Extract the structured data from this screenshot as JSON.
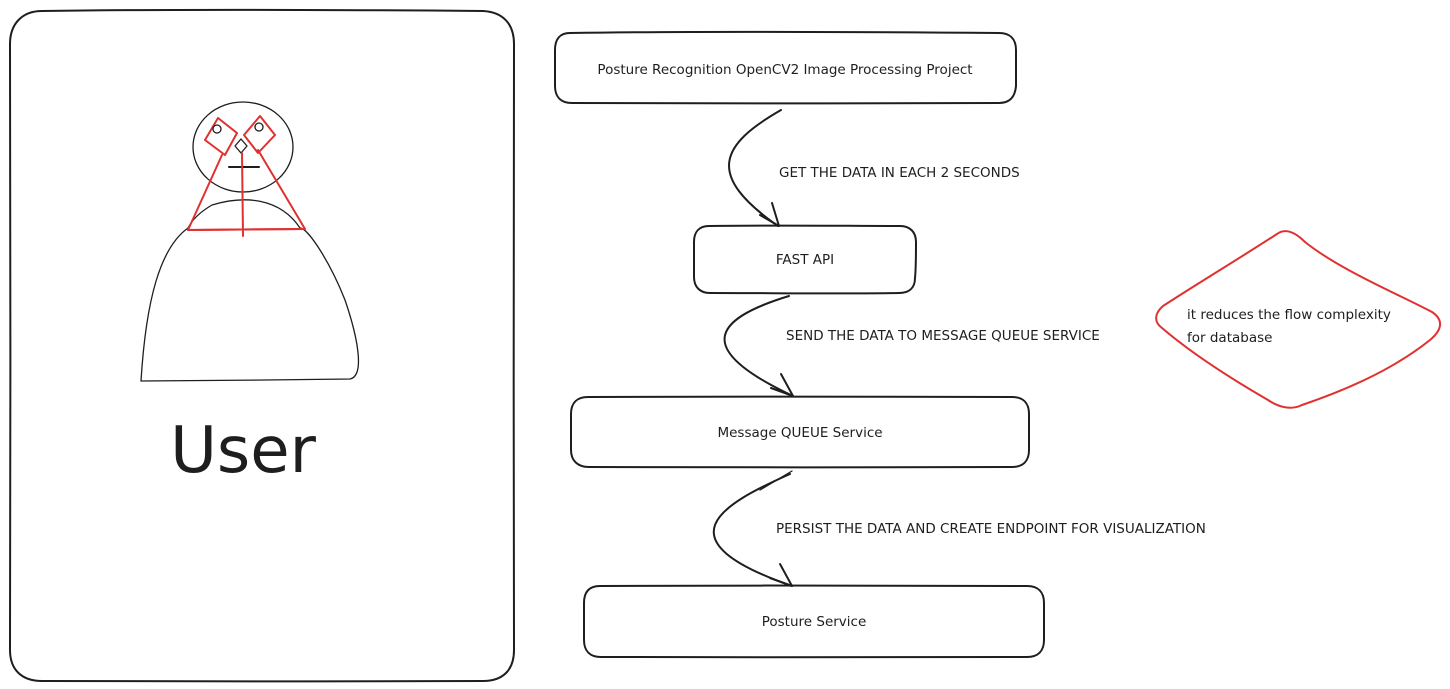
{
  "user_panel": {
    "label": "User"
  },
  "flow": {
    "nodes": [
      {
        "id": "posture-recognition",
        "label": "Posture Recognition OpenCV2 Image Processing Project"
      },
      {
        "id": "fast-api",
        "label": "FAST API"
      },
      {
        "id": "message-queue",
        "label": "Message QUEUE Service"
      },
      {
        "id": "posture-service",
        "label": "Posture Service"
      }
    ],
    "edges": [
      {
        "from": "posture-recognition",
        "to": "fast-api",
        "label": "GET THE DATA IN EACH 2 SECONDS"
      },
      {
        "from": "fast-api",
        "to": "message-queue",
        "label": "SEND THE DATA TO MESSAGE QUEUE SERVICE"
      },
      {
        "from": "message-queue",
        "to": "posture-service",
        "label": "PERSIST THE DATA AND CREATE ENDPOINT FOR VISUALIZATION"
      }
    ]
  },
  "note": {
    "line1": "it reduces the flow complexity",
    "line2": "for database",
    "stroke_color": "#e03131"
  },
  "colors": {
    "ink": "#1e1e1e",
    "accent": "#e03131",
    "background": "#ffffff"
  }
}
